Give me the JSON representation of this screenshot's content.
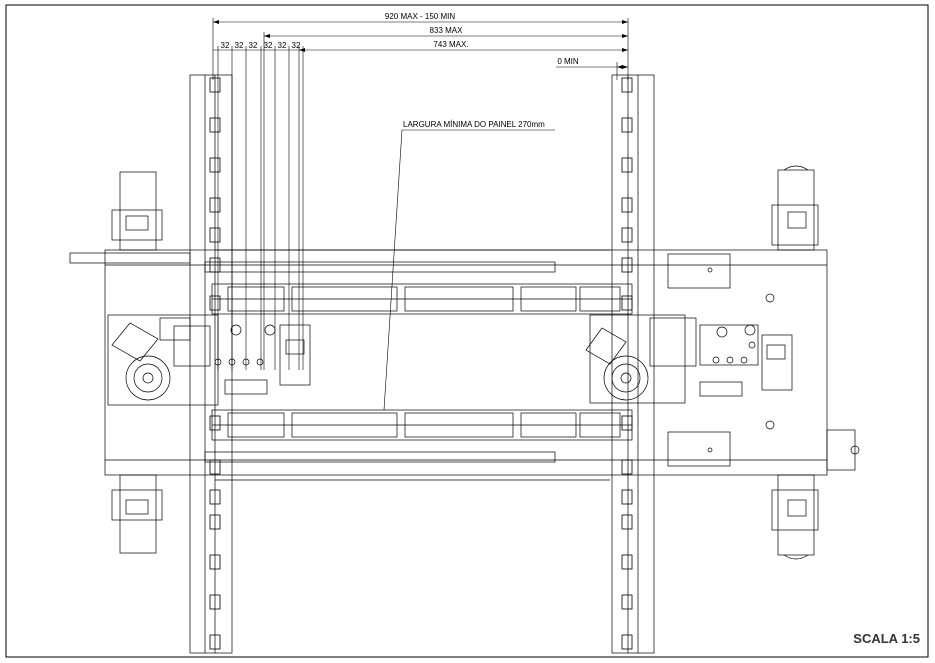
{
  "dimensions": {
    "overall": "920 MAX - 150 MIN",
    "mid": "833 MAX",
    "inner": "743 MAX.",
    "zero": "0 MIN",
    "pitch_labels": [
      "32",
      "32",
      "32",
      "32",
      "32",
      "32"
    ]
  },
  "callout": "LARGURA MÍNIMA DO PAINEL 270mm",
  "scale": "SCALA 1:5"
}
